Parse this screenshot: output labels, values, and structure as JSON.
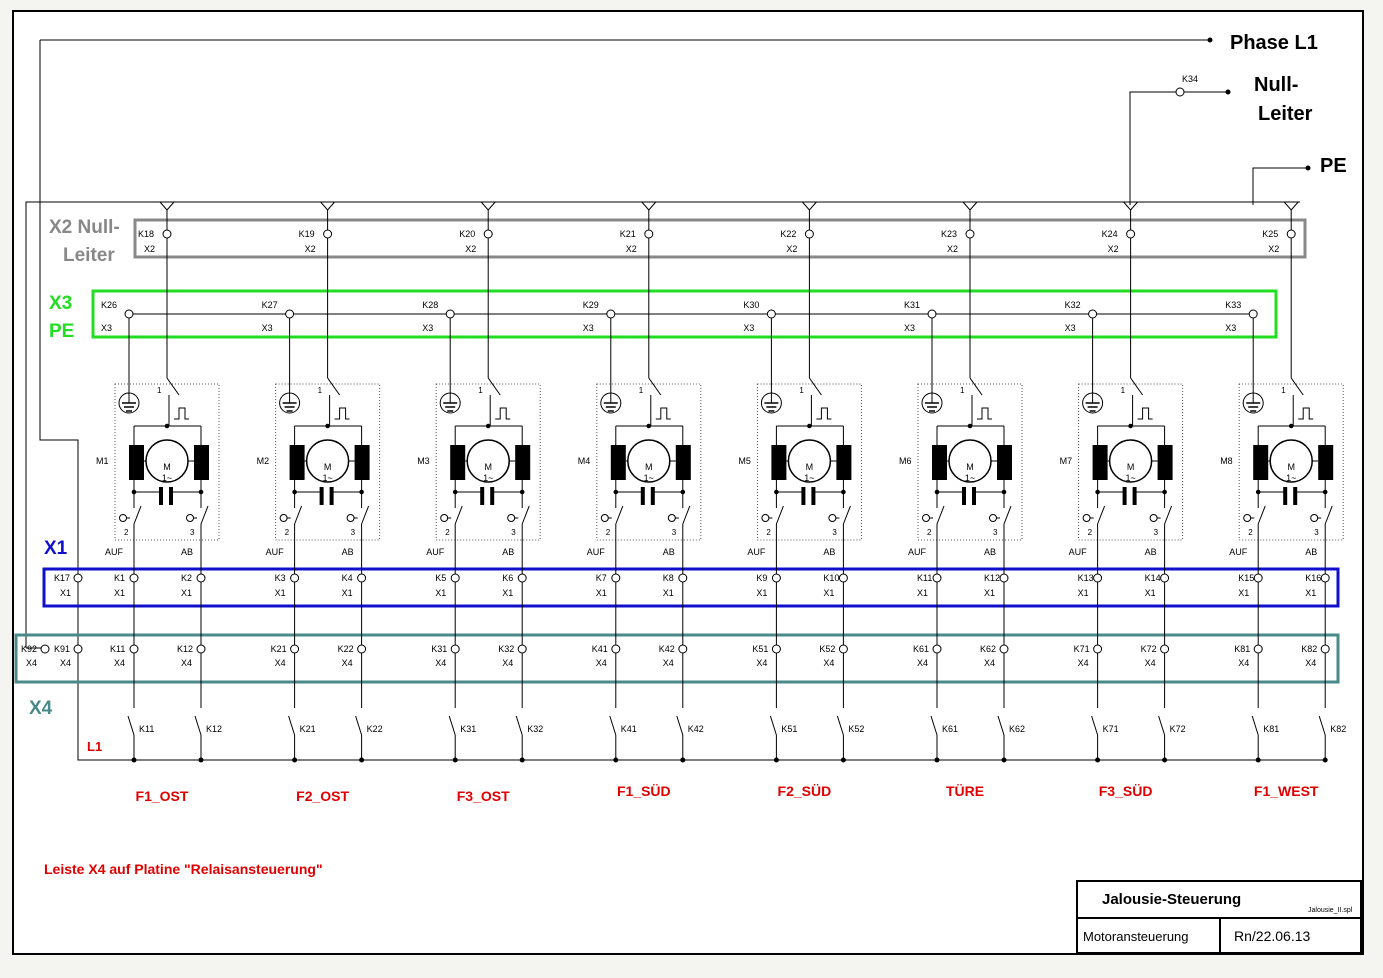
{
  "supply": {
    "phase": "Phase L1",
    "null_line1": "Null-",
    "null_line2": "Leiter",
    "pe": "PE",
    "k34": "K34"
  },
  "bars": {
    "x2_line1": "X2 Null-",
    "x2_line2": "Leiter",
    "x3_line1": "X3",
    "x3_line2": "PE",
    "x1": "X1",
    "x4": "X4",
    "l1": "L1"
  },
  "x2_terminals": [
    {
      "k": "K18",
      "x": "X2"
    },
    {
      "k": "K19",
      "x": "X2"
    },
    {
      "k": "K20",
      "x": "X2"
    },
    {
      "k": "K21",
      "x": "X2"
    },
    {
      "k": "K22",
      "x": "X2"
    },
    {
      "k": "K23",
      "x": "X2"
    },
    {
      "k": "K24",
      "x": "X2"
    },
    {
      "k": "K25",
      "x": "X2"
    }
  ],
  "x3_terminals": [
    {
      "k": "K26",
      "x": "X3"
    },
    {
      "k": "K27",
      "x": "X3"
    },
    {
      "k": "K28",
      "x": "X3"
    },
    {
      "k": "K29",
      "x": "X3"
    },
    {
      "k": "K30",
      "x": "X3"
    },
    {
      "k": "K31",
      "x": "X3"
    },
    {
      "k": "K32",
      "x": "X3"
    },
    {
      "k": "K33",
      "x": "X3"
    }
  ],
  "motors": [
    {
      "name": "M1",
      "up": "AUF",
      "down": "AB",
      "p1": "1",
      "p2": "2",
      "p3": "3",
      "group": "F1_OST",
      "x1_up": "K1",
      "x1_down": "K2",
      "x4_up": "K11",
      "x4_down": "K12",
      "relay_up": "K11",
      "relay_down": "K12"
    },
    {
      "name": "M2",
      "up": "AUF",
      "down": "AB",
      "p1": "1",
      "p2": "2",
      "p3": "3",
      "group": "F2_OST",
      "x1_up": "K3",
      "x1_down": "K4",
      "x4_up": "K21",
      "x4_down": "K22",
      "relay_up": "K21",
      "relay_down": "K22"
    },
    {
      "name": "M3",
      "up": "AUF",
      "down": "AB",
      "p1": "1",
      "p2": "2",
      "p3": "3",
      "group": "F3_OST",
      "x1_up": "K5",
      "x1_down": "K6",
      "x4_up": "K31",
      "x4_down": "K32",
      "relay_up": "K31",
      "relay_down": "K32"
    },
    {
      "name": "M4",
      "up": "AUF",
      "down": "AB",
      "p1": "1",
      "p2": "2",
      "p3": "3",
      "group": "F1_SÜD",
      "x1_up": "K7",
      "x1_down": "K8",
      "x4_up": "K41",
      "x4_down": "K42",
      "relay_up": "K41",
      "relay_down": "K42"
    },
    {
      "name": "M5",
      "up": "AUF",
      "down": "AB",
      "p1": "1",
      "p2": "2",
      "p3": "3",
      "group": "F2_SÜD",
      "x1_up": "K9",
      "x1_down": "K10",
      "x4_up": "K51",
      "x4_down": "K52",
      "relay_up": "K51",
      "relay_down": "K52"
    },
    {
      "name": "M6",
      "up": "AUF",
      "down": "AB",
      "p1": "1",
      "p2": "2",
      "p3": "3",
      "group": "TÜRE",
      "x1_up": "K11",
      "x1_down": "K12",
      "x4_up": "K61",
      "x4_down": "K62",
      "relay_up": "K61",
      "relay_down": "K62"
    },
    {
      "name": "M7",
      "up": "AUF",
      "down": "AB",
      "p1": "1",
      "p2": "2",
      "p3": "3",
      "group": "F3_SÜD",
      "x1_up": "K13",
      "x1_down": "K14",
      "x4_up": "K71",
      "x4_down": "K72",
      "relay_up": "K71",
      "relay_down": "K72"
    },
    {
      "name": "M8",
      "up": "AUF",
      "down": "AB",
      "p1": "1",
      "p2": "2",
      "p3": "3",
      "group": "F1_WEST",
      "x1_up": "K15",
      "x1_down": "K16",
      "x4_up": "K81",
      "x4_down": "K82",
      "relay_up": "K81",
      "relay_down": "K82"
    }
  ],
  "motor_symbol": {
    "letter": "M",
    "wave": "1~"
  },
  "x1_extra": {
    "k": "K17",
    "x": "X1"
  },
  "x4_extra": [
    {
      "k": "K92",
      "x": "X4"
    },
    {
      "k": "K91",
      "x": "X4"
    }
  ],
  "terminal_bar_labels": {
    "x1": "X1",
    "x4": "X4"
  },
  "note": "Leiste X4 auf Platine \"Relaisansteuerung\"",
  "title_block": {
    "title": "Jalousie-Steuerung",
    "file": "Jalousie_II.spl",
    "subtitle": "Motoransteuerung",
    "author_date": "Rn/22.06.13"
  },
  "colors": {
    "x2": "#888888",
    "x3": "#22dd22",
    "x1": "#1010cc",
    "x4": "#4a8a8a",
    "label_red": "#e00000"
  }
}
